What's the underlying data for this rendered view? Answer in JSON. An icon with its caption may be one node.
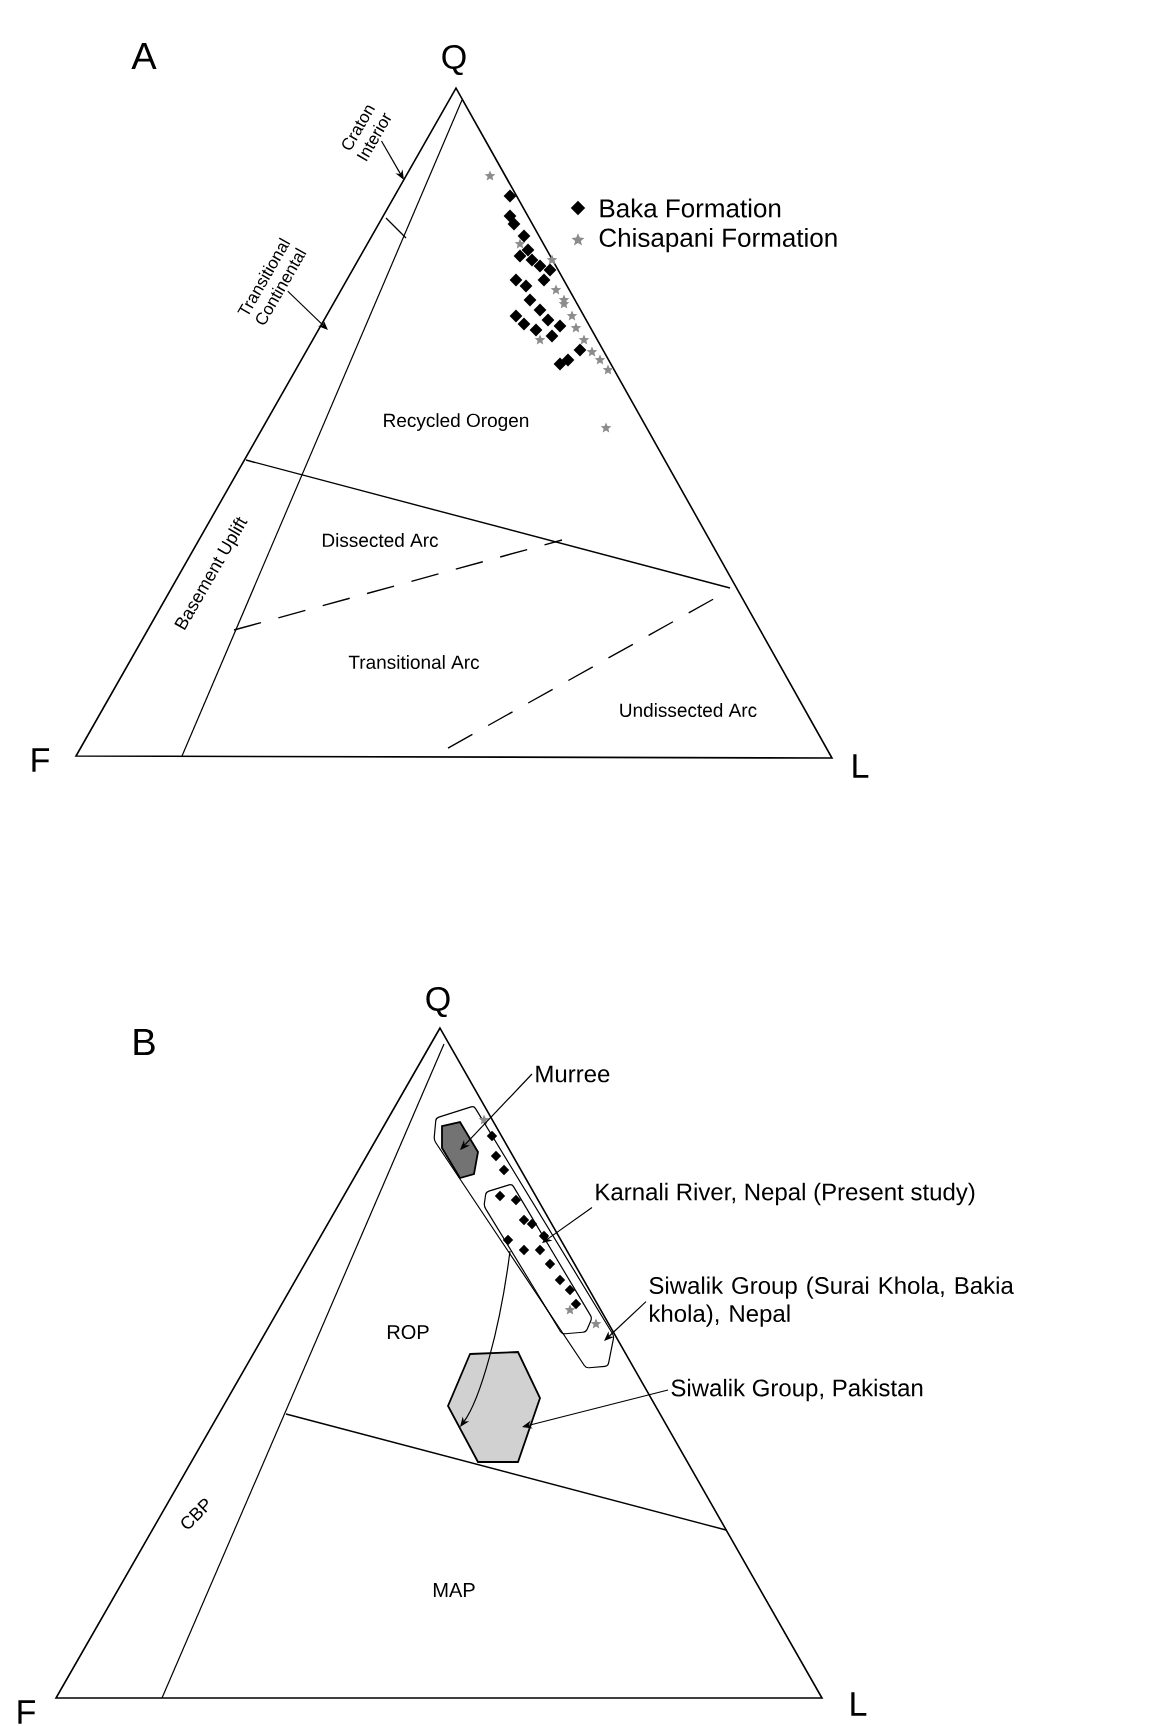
{
  "diagram": {
    "nodes": [
      {
        "text": [
          "Craton Interior"
        ]
      },
      {
        "text": [
          "Transitional Continental"
        ]
      },
      {
        "text": [
          "Murree"
        ]
      },
      {
        "text": [],
        "shape": "polygon"
      },
      {
        "text": [],
        "shape": "hexagon",
        "in": 3
      },
      {
        "text": [
          "Karnali River, Nepal (Present study)"
        ]
      },
      {
        "text": [],
        "shape": "polygon",
        "in": 3
      },
      {
        "text": [
          "Siwalik Group (Surai Khola, Bakia khola), Nepal"
        ]
      },
      {
        "text": [
          "Siwalik Group, Pakistan"
        ]
      },
      {
        "text": [],
        "shape": "hexagon"
      }
    ],
    "edges": [
      {
        "from": 0,
        "to": null,
        "arrow": "to"
      },
      {
        "from": 1,
        "to": null,
        "arrow": "to"
      },
      {
        "from": 2,
        "to": 4,
        "arrow": "to"
      },
      {
        "from": 5,
        "to": 6,
        "arrow": "to"
      },
      {
        "from": 7,
        "to": 3,
        "arrow": "to"
      },
      {
        "from": 8,
        "to": 9,
        "arrow": "to"
      },
      {
        "from": 6,
        "to": 9,
        "arrow": "to"
      }
    ],
    "labels": [
      "A",
      "Q",
      "Recycled Orogen",
      "Basement Uplift",
      "Dissected Arc",
      "Transitional Arc",
      "Undissected Arc",
      "F",
      "L",
      "B",
      "Q",
      "ROP",
      "CBP",
      "MAP",
      "F",
      "L"
    ],
    "legend": [
      {
        "text": "Baka Formation"
      },
      {
        "text": "Chisapani Formation"
      }
    ]
  }
}
